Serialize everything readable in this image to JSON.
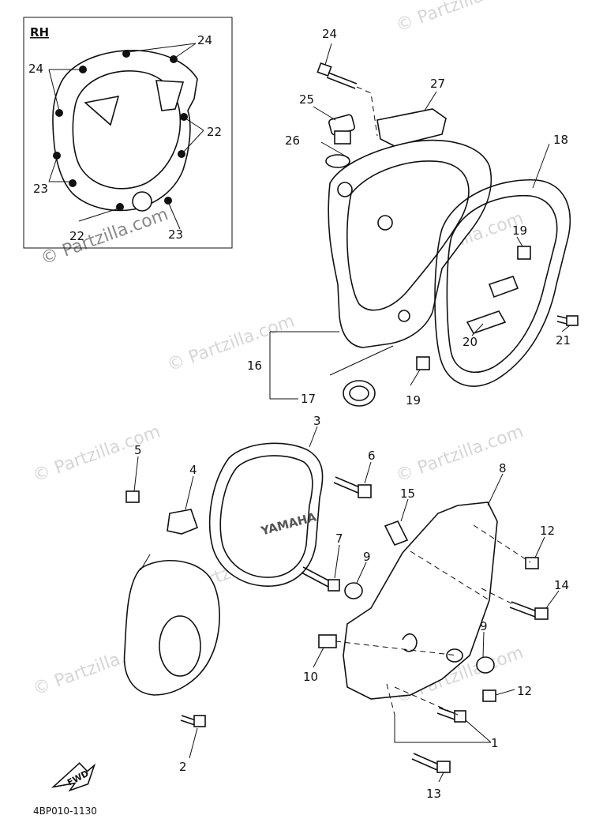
{
  "inset": {
    "side_label": "RH"
  },
  "watermarks": [
    "© Partzilla.com",
    "© Partzilla.com",
    "© Partzilla.com",
    "© Partzilla.com",
    "© Partzilla.com",
    "© Partzilla.com",
    "© Partzilla.com",
    "© Partzilla.com",
    "© Partzilla.com"
  ],
  "callouts": {
    "c1": "1",
    "c2": "2",
    "c3": "3",
    "c4": "4",
    "c5": "5",
    "c6": "6",
    "c7": "7",
    "c8": "8",
    "c9a": "9",
    "c9b": "9",
    "c10": "10",
    "c12a": "12",
    "c12b": "12",
    "c13": "13",
    "c14": "14",
    "c15": "15",
    "c16": "16",
    "c17": "17",
    "c18": "18",
    "c19a": "19",
    "c19b": "19",
    "c20": "20",
    "c21": "21",
    "c22": "22",
    "c23a": "23",
    "c23b": "23",
    "c24a": "24",
    "c24b": "24",
    "c24c": "24",
    "c25": "25",
    "c26": "26",
    "c27": "27"
  },
  "cover_logo": "YAMAHA",
  "fwd_label": "FWD",
  "diagram_code": "4BP010-1130"
}
